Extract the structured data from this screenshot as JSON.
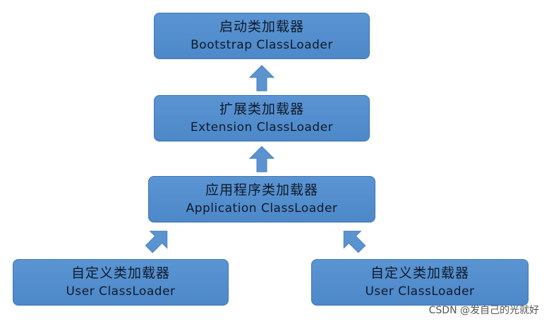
{
  "nodes": {
    "bootstrap": {
      "zh": "启动类加载器",
      "en": "Bootstrap  ClassLoader"
    },
    "extension": {
      "zh": "扩展类加载器",
      "en": "Extension  ClassLoader"
    },
    "application": {
      "zh": "应用程序类加载器",
      "en": "Application ClassLoader"
    },
    "user_left": {
      "zh": "自定义类加载器",
      "en": "User  ClassLoader"
    },
    "user_right": {
      "zh": "自定义类加载器",
      "en": "User  ClassLoader"
    }
  },
  "edges": [
    {
      "from": "extension",
      "to": "bootstrap"
    },
    {
      "from": "application",
      "to": "extension"
    },
    {
      "from": "user_left",
      "to": "application"
    },
    {
      "from": "user_right",
      "to": "application"
    }
  ],
  "colors": {
    "box_fill": "#4d88c8",
    "box_border": "#3f77b5",
    "arrow_fill": "#5b93d0",
    "text": "#0f1a2a"
  },
  "watermark": "CSDN @发自己的光就好"
}
